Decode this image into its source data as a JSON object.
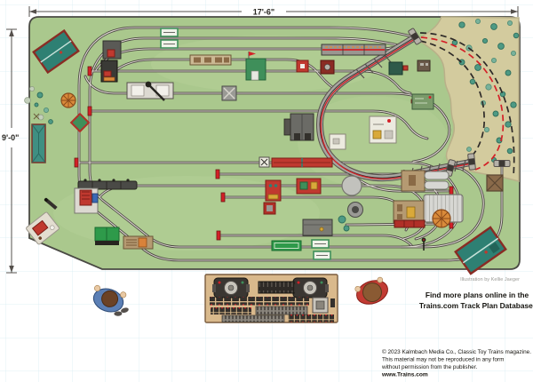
{
  "page": {
    "background": "#ffffff",
    "grid_color": "#d8edf4"
  },
  "dimensions": {
    "width_label": "17'-6\"",
    "height_label": "9'-0\""
  },
  "credit": "Illustration by Kellie Jaeger",
  "promo": {
    "line1": "Find more plans online in the",
    "line2": "Trains.com Track Plan Database."
  },
  "copyright": {
    "line1": "© 2023 Kalmbach Media Co., Classic Toy Trains magazine.",
    "line2": "This material may not be reproduced in any form",
    "line3": "without permission from the publisher.",
    "line4": "www.Trains.com"
  },
  "colors": {
    "board_green": "#aac88d",
    "forest_tan": "#d3cb9e",
    "track_dark": "#4a4442",
    "track_light": "#ddd8d0",
    "accent_red": "#d42027",
    "trestle_gray": "#a8a5a0",
    "panel_wood": "#d9b98c",
    "tree_green": "#4e9a84",
    "future_route_red": "#d42027",
    "future_route_black": "#2e2a28"
  },
  "scenery_items": [
    "barn-northwest",
    "teal-tower",
    "coaling-tower",
    "coal-loader",
    "station-platform-with-crane",
    "billboard-pair-upper",
    "flatcar-train",
    "striped-passenger-train",
    "green-shed-with-flag",
    "crossing-pad",
    "engine-house",
    "white-booth",
    "green-panel",
    "accessory-dark-green",
    "accessory-brown",
    "red-square-accessories",
    "red-passenger-cars",
    "crossing-sign",
    "red-accessory-1",
    "red-accessory-2",
    "water-tank-large",
    "water-tank-small",
    "red-frame-sign",
    "factory",
    "gear-signals",
    "green-billboard",
    "billboard-pair-lower",
    "freight-train",
    "icing-station",
    "cottage-southwest",
    "green-warehouse",
    "log-loader",
    "grain-shed-with-silos",
    "silver-warehouse",
    "loading-dock-forklift",
    "red-flatcar",
    "sand-tower",
    "carousel-wheel-left",
    "carousel-wheel-right",
    "barn-southeast",
    "tunnel-portals",
    "track-bumpers",
    "signal",
    "crossing-gate",
    "operator-blue",
    "operator-red",
    "control-panel",
    "transformers"
  ]
}
